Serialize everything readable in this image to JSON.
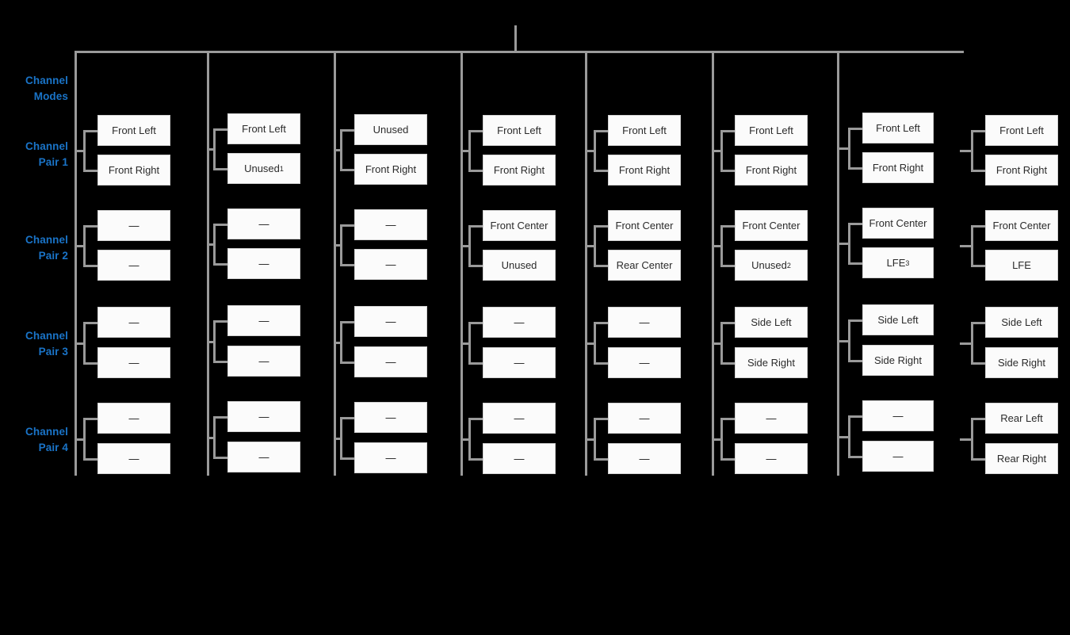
{
  "figure": {
    "background_color": "#000000",
    "label_color": "#1a74c8",
    "line_color": "#9a9a9a",
    "box_fill": "#fbfbfb",
    "box_border": "#d2d2d2",
    "box_text_color": "#2b2b2b"
  },
  "row_labels": [
    {
      "id": "channel-modes",
      "text": "Channel\nModes"
    },
    {
      "id": "channel-pair-1",
      "text": "Channel\nPair 1"
    },
    {
      "id": "channel-pair-2",
      "text": "Channel\nPair 2"
    },
    {
      "id": "channel-pair-3",
      "text": "Channel\nPair 3"
    },
    {
      "id": "channel-pair-4",
      "text": "Channel\nPair 4"
    }
  ],
  "columns": [
    {
      "index": 1,
      "header": "",
      "pairs": [
        {
          "pair": 1,
          "channels": [
            {
              "label": "Front Left",
              "note": ""
            },
            {
              "label": "Front Right",
              "note": ""
            }
          ]
        },
        {
          "pair": 2,
          "channels": [
            {
              "label": "—",
              "note": ""
            },
            {
              "label": "—",
              "note": ""
            }
          ]
        },
        {
          "pair": 3,
          "channels": [
            {
              "label": "—",
              "note": ""
            },
            {
              "label": "—",
              "note": ""
            }
          ]
        },
        {
          "pair": 4,
          "channels": [
            {
              "label": "—",
              "note": ""
            },
            {
              "label": "—",
              "note": ""
            }
          ]
        }
      ]
    },
    {
      "index": 2,
      "header": "",
      "pairs": [
        {
          "pair": 1,
          "channels": [
            {
              "label": "Front Left",
              "note": ""
            },
            {
              "label": "Unused",
              "note": "1"
            }
          ]
        },
        {
          "pair": 2,
          "channels": [
            {
              "label": "—",
              "note": ""
            },
            {
              "label": "—",
              "note": ""
            }
          ]
        },
        {
          "pair": 3,
          "channels": [
            {
              "label": "—",
              "note": ""
            },
            {
              "label": "—",
              "note": ""
            }
          ]
        },
        {
          "pair": 4,
          "channels": [
            {
              "label": "—",
              "note": ""
            },
            {
              "label": "—",
              "note": ""
            }
          ]
        }
      ]
    },
    {
      "index": 3,
      "header": "",
      "pairs": [
        {
          "pair": 1,
          "channels": [
            {
              "label": "Unused",
              "note": ""
            },
            {
              "label": "Front Right",
              "note": ""
            }
          ]
        },
        {
          "pair": 2,
          "channels": [
            {
              "label": "—",
              "note": ""
            },
            {
              "label": "—",
              "note": ""
            }
          ]
        },
        {
          "pair": 3,
          "channels": [
            {
              "label": "—",
              "note": ""
            },
            {
              "label": "—",
              "note": ""
            }
          ]
        },
        {
          "pair": 4,
          "channels": [
            {
              "label": "—",
              "note": ""
            },
            {
              "label": "—",
              "note": ""
            }
          ]
        }
      ]
    },
    {
      "index": 4,
      "header": "",
      "pairs": [
        {
          "pair": 1,
          "channels": [
            {
              "label": "Front Left",
              "note": ""
            },
            {
              "label": "Front Right",
              "note": ""
            }
          ]
        },
        {
          "pair": 2,
          "channels": [
            {
              "label": "Front Center",
              "note": ""
            },
            {
              "label": "Unused",
              "note": ""
            }
          ]
        },
        {
          "pair": 3,
          "channels": [
            {
              "label": "—",
              "note": ""
            },
            {
              "label": "—",
              "note": ""
            }
          ]
        },
        {
          "pair": 4,
          "channels": [
            {
              "label": "—",
              "note": ""
            },
            {
              "label": "—",
              "note": ""
            }
          ]
        }
      ]
    },
    {
      "index": 5,
      "header": "",
      "pairs": [
        {
          "pair": 1,
          "channels": [
            {
              "label": "Front Left",
              "note": ""
            },
            {
              "label": "Front Right",
              "note": ""
            }
          ]
        },
        {
          "pair": 2,
          "channels": [
            {
              "label": "Front Center",
              "note": ""
            },
            {
              "label": "Rear Center",
              "note": ""
            }
          ]
        },
        {
          "pair": 3,
          "channels": [
            {
              "label": "—",
              "note": ""
            },
            {
              "label": "—",
              "note": ""
            }
          ]
        },
        {
          "pair": 4,
          "channels": [
            {
              "label": "—",
              "note": ""
            },
            {
              "label": "—",
              "note": ""
            }
          ]
        }
      ]
    },
    {
      "index": 6,
      "header": "",
      "pairs": [
        {
          "pair": 1,
          "channels": [
            {
              "label": "Front Left",
              "note": ""
            },
            {
              "label": "Front Right",
              "note": ""
            }
          ]
        },
        {
          "pair": 2,
          "channels": [
            {
              "label": "Front Center",
              "note": ""
            },
            {
              "label": "Unused",
              "note": "2"
            }
          ]
        },
        {
          "pair": 3,
          "channels": [
            {
              "label": "Side Left",
              "note": ""
            },
            {
              "label": "Side Right",
              "note": ""
            }
          ]
        },
        {
          "pair": 4,
          "channels": [
            {
              "label": "—",
              "note": ""
            },
            {
              "label": "—",
              "note": ""
            }
          ]
        }
      ]
    },
    {
      "index": 7,
      "header": "",
      "pairs": [
        {
          "pair": 1,
          "channels": [
            {
              "label": "Front Left",
              "note": ""
            },
            {
              "label": "Front Right",
              "note": ""
            }
          ]
        },
        {
          "pair": 2,
          "channels": [
            {
              "label": "Front Center",
              "note": ""
            },
            {
              "label": "LFE",
              "note": "3"
            }
          ]
        },
        {
          "pair": 3,
          "channels": [
            {
              "label": "Side Left",
              "note": ""
            },
            {
              "label": "Side Right",
              "note": ""
            }
          ]
        },
        {
          "pair": 4,
          "channels": [
            {
              "label": "—",
              "note": ""
            },
            {
              "label": "—",
              "note": ""
            }
          ]
        }
      ]
    },
    {
      "index": 8,
      "header": "",
      "pairs": [
        {
          "pair": 1,
          "channels": [
            {
              "label": "Front Left",
              "note": ""
            },
            {
              "label": "Front Right",
              "note": ""
            }
          ]
        },
        {
          "pair": 2,
          "channels": [
            {
              "label": "Front Center",
              "note": ""
            },
            {
              "label": "LFE",
              "note": ""
            }
          ]
        },
        {
          "pair": 3,
          "channels": [
            {
              "label": "Side Left",
              "note": ""
            },
            {
              "label": "Side Right",
              "note": ""
            }
          ]
        },
        {
          "pair": 4,
          "channels": [
            {
              "label": "Rear Left",
              "note": ""
            },
            {
              "label": "Rear Right",
              "note": ""
            }
          ]
        }
      ]
    }
  ]
}
